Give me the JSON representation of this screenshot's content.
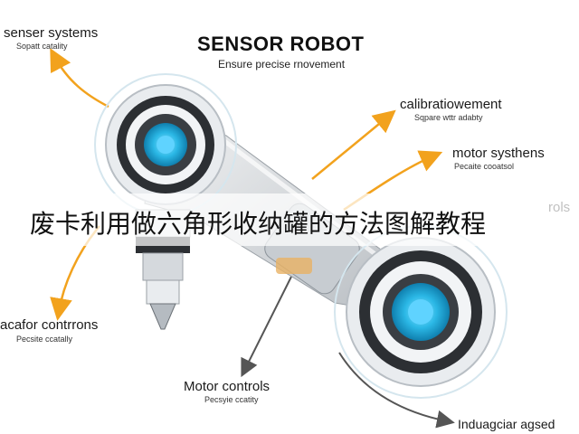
{
  "title": "SENSOR ROBOT",
  "subtitle": "Ensure precise rnovement",
  "labels": {
    "top_left": {
      "main": "senser systems",
      "sub": "Sopatt catality"
    },
    "right_top": {
      "main": "calibratiowement",
      "sub": "Sqpare wttr adabty"
    },
    "right_mid": {
      "main": "motor systhens",
      "sub": "Pecaite cooatsol"
    },
    "right_cut": {
      "main": "rols"
    },
    "left_bottom": {
      "main": "acafor contrrons",
      "sub": "Pecsite ccatally"
    },
    "bottom_center": {
      "main": "Motor controls",
      "sub": "Pecsyie ccatity"
    },
    "bottom_right": {
      "main": "Induagciar agsed"
    }
  },
  "banner": "废卡利用做六角形收纳罐的方法图解教程",
  "colors": {
    "arrow": "#f2a21d",
    "sensor_blue": "#2bb8e6",
    "arm_gray": "#d9dde1",
    "ring_dark": "#2c2f33"
  }
}
